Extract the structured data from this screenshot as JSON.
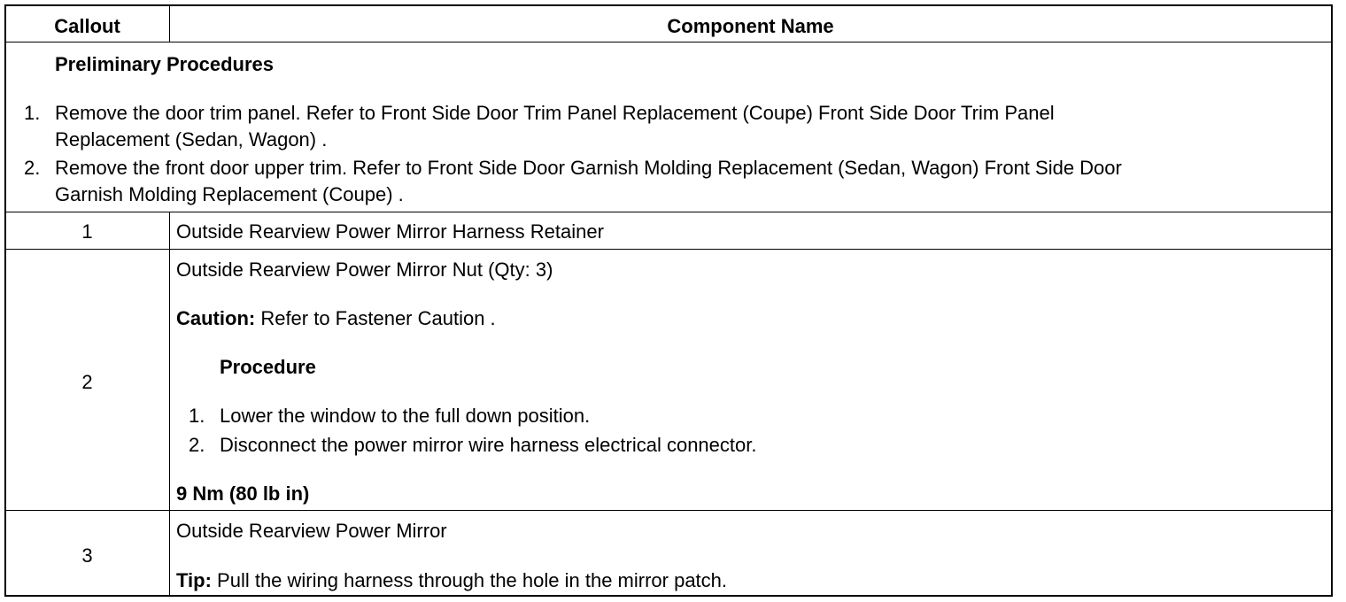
{
  "header": {
    "callout": "Callout",
    "component_name": "Component Name"
  },
  "preliminary": {
    "title": "Preliminary Procedures",
    "steps": [
      {
        "num": "1.",
        "line1": "Remove the door trim panel. Refer to Front Side Door Trim Panel Replacement (Coupe) Front Side Door Trim Panel",
        "line2": "Replacement (Sedan, Wagon) ."
      },
      {
        "num": "2.",
        "line1": "Remove the front door upper trim. Refer to Front Side Door Garnish Molding Replacement (Sedan, Wagon) Front Side Door",
        "line2": "Garnish Molding Replacement (Coupe) ."
      }
    ]
  },
  "rows": [
    {
      "callout": "1",
      "name": "Outside Rearview Power Mirror Harness Retainer"
    },
    {
      "callout": "2",
      "name": "Outside Rearview Power Mirror Nut (Qty: 3)",
      "caution_label": "Caution:",
      "caution_text": " Refer to Fastener Caution .",
      "procedure_title": "Procedure",
      "procedure_steps": [
        {
          "num": "1.",
          "text": "Lower the window to the full down position."
        },
        {
          "num": "2.",
          "text": "Disconnect the power mirror wire harness electrical connector."
        }
      ],
      "torque": "9 Nm (80 lb in)"
    },
    {
      "callout": "3",
      "name": "Outside Rearview Power Mirror",
      "tip_label": "Tip:",
      "tip_text": " Pull the wiring harness through the hole in the mirror patch."
    }
  ]
}
